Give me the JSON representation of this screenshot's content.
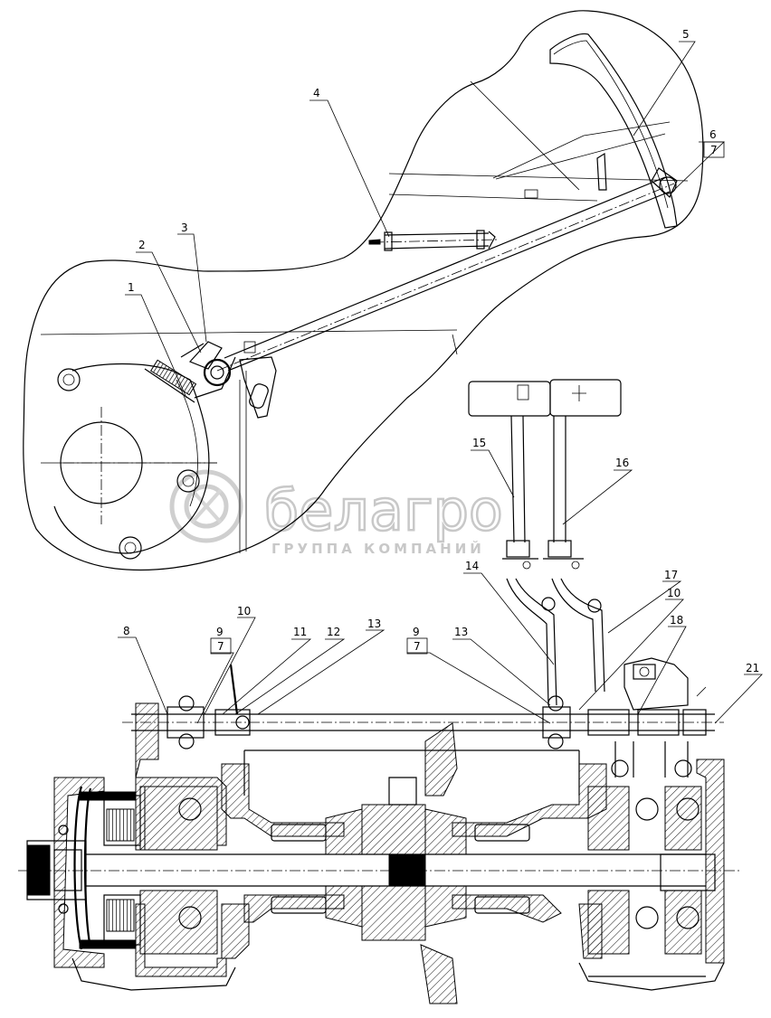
{
  "watermark": {
    "brand": "белагро",
    "subtitle": "ГРУППА КОМПАНИЙ"
  },
  "callouts": [
    "1",
    "2",
    "3",
    "4",
    "5",
    "6",
    "7",
    "8",
    "9",
    "7",
    "10",
    "11",
    "12",
    "13",
    "9",
    "7",
    "13",
    "14",
    "15",
    "16",
    "17",
    "10",
    "18",
    "21"
  ]
}
